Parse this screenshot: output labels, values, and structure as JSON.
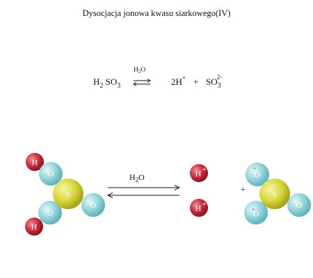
{
  "title": "Dysocjacja jonowa kwasu siarkowego(IV)",
  "equation": {
    "reactant": {
      "h": "H",
      "h_sub": "2",
      "so": "SO",
      "o_sub": "3"
    },
    "condition": {
      "h": "H",
      "h_sub": "2",
      "o": "O"
    },
    "product1": {
      "coef_h": "2H",
      "charge": "+"
    },
    "plus": "+",
    "product2": {
      "so": "SO",
      "o_sub": "3",
      "charge": "2-"
    }
  },
  "diagram": {
    "arrow_label": {
      "h": "H",
      "h_sub": "2",
      "o": "O"
    },
    "atom_labels": {
      "H": "H",
      "O": "O",
      "S": "S"
    },
    "charges": {
      "plus": "+",
      "minus": "-"
    },
    "plus_sign": "+",
    "colors": {
      "hydrogen": "#c8283a",
      "oxygen": "#8fd3d8",
      "sulfur": "#d7d63a"
    }
  }
}
